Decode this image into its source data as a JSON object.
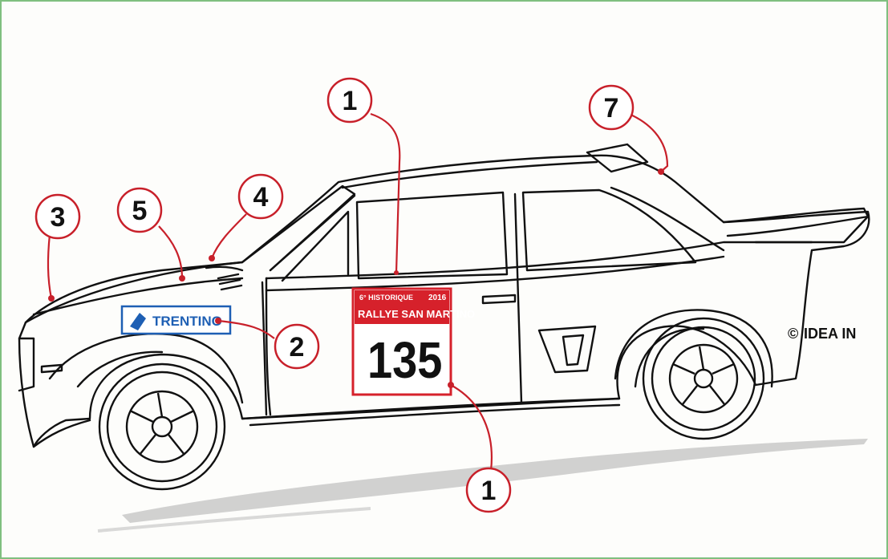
{
  "colors": {
    "frame": "#7fbf7f",
    "callout_stroke": "#c8202a",
    "leader_line": "#c8202a",
    "outline": "#111111",
    "plate_red": "#d6212b",
    "trentino_blue": "#1e5fb4",
    "shadow": "#b9b9b9"
  },
  "callouts": [
    {
      "number": "1",
      "target": "roof-and-door-top"
    },
    {
      "number": "7",
      "target": "roof-spoiler"
    },
    {
      "number": "4",
      "target": "bonnet-rear"
    },
    {
      "number": "5",
      "target": "bonnet-middle"
    },
    {
      "number": "3",
      "target": "bonnet-front"
    },
    {
      "number": "2",
      "target": "trentino-sticker"
    },
    {
      "number": "1",
      "target": "race-plate"
    }
  ],
  "plate": {
    "top_line": "6° HISTORIQUE",
    "year": "2016",
    "event_line": "RALLYE SAN MARTINO",
    "number": "135"
  },
  "stickers": {
    "trentino": "TRENTINO",
    "idea_in": "IDEA IN",
    "idea_in_symbol": "©"
  }
}
